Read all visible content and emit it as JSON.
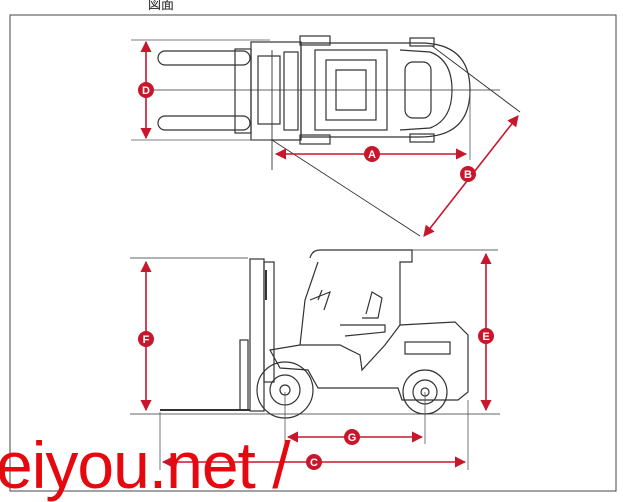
{
  "header": {
    "caption": "図面"
  },
  "dimensions": {
    "A": {
      "label": "A"
    },
    "B": {
      "label": "B"
    },
    "C": {
      "label": "C"
    },
    "D": {
      "label": "D"
    },
    "E": {
      "label": "E"
    },
    "F": {
      "label": "F"
    },
    "G": {
      "label": "G"
    }
  },
  "watermark": {
    "text": "eiyou.net /"
  },
  "colors": {
    "dimension_red": "#c8162c",
    "watermark_red": "#e5090f",
    "line": "#333333"
  }
}
